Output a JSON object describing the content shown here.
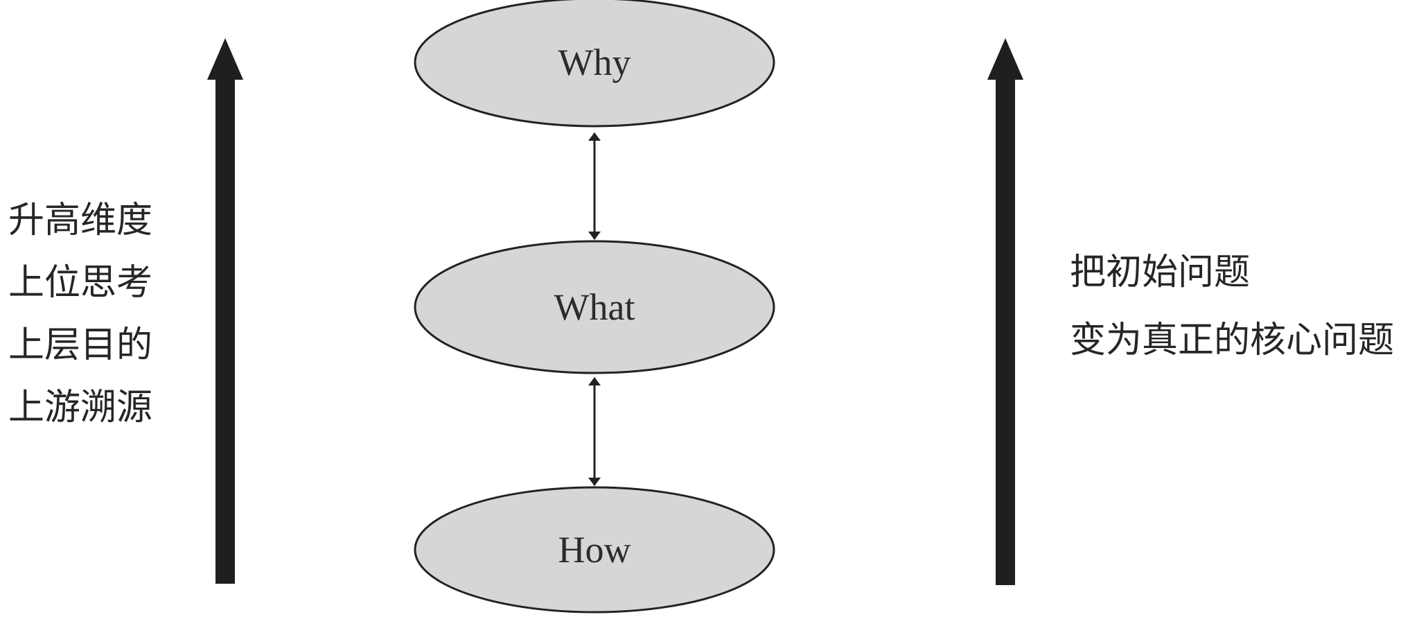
{
  "nodes": {
    "why": "Why",
    "what": "What",
    "how": "How"
  },
  "left_labels": [
    "升高维度",
    "上位思考",
    "上层目的",
    "上游溯源"
  ],
  "right_labels": [
    "把初始问题",
    "变为真正的核心问题"
  ],
  "colors": {
    "ellipse_fill": "#d6d6d6",
    "stroke": "#222222",
    "arrow": "#1f1f1f",
    "text": "#2b2b2b"
  }
}
